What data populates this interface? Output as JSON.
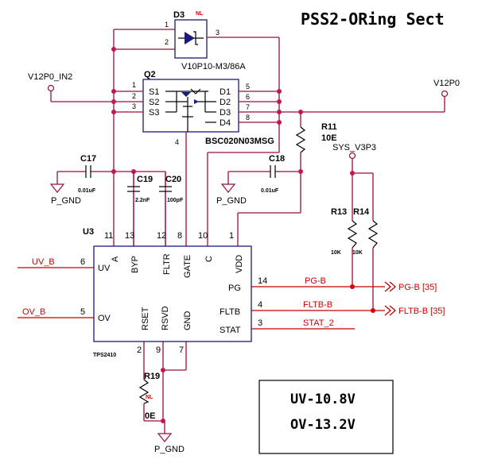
{
  "title": "PSS2-ORing Sect",
  "note": {
    "line1": "UV-10.8V",
    "line2": "OV-13.2V"
  },
  "nets": {
    "v12p0_in2": "V12P0_IN2",
    "v12p0": "V12P0",
    "sys_v3p3": "SYS_V3P3",
    "uv_b": "UV_B",
    "ov_b": "OV_B",
    "pg_b": "PG-B",
    "fltb_b": "FLTB-B",
    "stat_2": "STAT_2",
    "pgnd": "P_GND",
    "pg_b_off": "PG-B [35]",
    "fltb_b_off": "FLTB-B [35]"
  },
  "d3": {
    "ref": "D3",
    "nl": "NL",
    "part": "V10P10-M3/86A",
    "pins": [
      "1",
      "2",
      "3"
    ]
  },
  "q2": {
    "ref": "Q2",
    "part": "BSC020N03MSG",
    "left_pins": [
      "1",
      "2",
      "3"
    ],
    "left_names": [
      "S1",
      "S2",
      "S3"
    ],
    "right_pins": [
      "5",
      "6",
      "7",
      "8"
    ],
    "right_names": [
      "D1",
      "D2",
      "D3",
      "D4"
    ],
    "gate_pin": "4"
  },
  "c17": {
    "ref": "C17",
    "value": "0.01uF"
  },
  "c18": {
    "ref": "C18",
    "value": "0.01uF"
  },
  "c19": {
    "ref": "C19",
    "value": "2.2nF"
  },
  "c20": {
    "ref": "C20",
    "value": "100pF"
  },
  "r11": {
    "ref": "R11",
    "value": "10E"
  },
  "r13": {
    "ref": "R13",
    "value": "10K"
  },
  "r14": {
    "ref": "R14",
    "value": "10K"
  },
  "r19": {
    "ref": "R19",
    "nl": "NL",
    "value": "0E"
  },
  "u3": {
    "ref": "U3",
    "part": "TPS2410",
    "top_pins": [
      {
        "num": "11",
        "name": "A"
      },
      {
        "num": "13",
        "name": "BYP"
      },
      {
        "num": "12",
        "name": "FLTR"
      },
      {
        "num": "8",
        "name": "GATE"
      },
      {
        "num": "10",
        "name": "C"
      },
      {
        "num": "1",
        "name": "VDD"
      }
    ],
    "left_pins": [
      {
        "num": "6",
        "name": "UV"
      },
      {
        "num": "5",
        "name": "OV"
      }
    ],
    "right_pins": [
      {
        "num": "14",
        "name": "PG"
      },
      {
        "num": "4",
        "name": "FLTB"
      },
      {
        "num": "3",
        "name": "STAT"
      }
    ],
    "bottom_pins": [
      {
        "num": "2",
        "name": "RSET"
      },
      {
        "num": "9",
        "name": "RSVD"
      },
      {
        "num": "7",
        "name": "GND"
      }
    ]
  }
}
